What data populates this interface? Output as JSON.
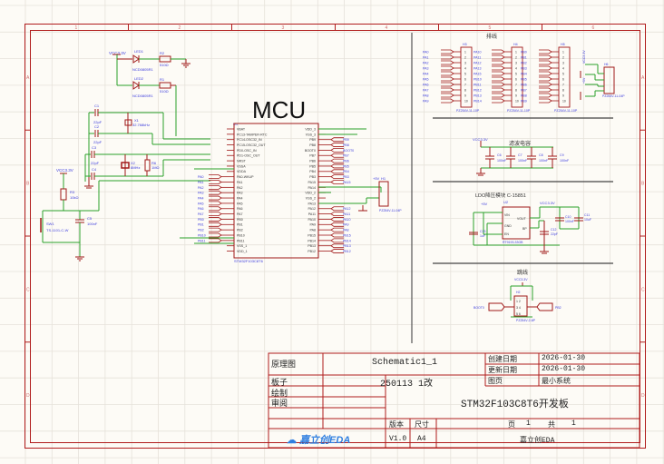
{
  "colors": {
    "background": "#fdfbf6",
    "grid": "#e6e2da",
    "frame": "#b01c1c",
    "wire": "#2aa02a",
    "component": "#a01818",
    "net_label": "#3b3bdc",
    "text": "#222222",
    "logo": "#2f7fe0"
  },
  "frame": {
    "columns": [
      "1",
      "2",
      "3",
      "4",
      "5",
      "6"
    ],
    "rows": [
      "A",
      "B",
      "C",
      "D"
    ]
  },
  "sections": {
    "mcu_title": "MCU",
    "pin_header_title": "排线",
    "filter_caps_title": "滤波电容",
    "ldo_title": "LDO降压模块 C-15851",
    "jumper_title": "跳线"
  },
  "leds": [
    {
      "ref": "LED1",
      "value": "NCD0805R1"
    },
    {
      "ref": "LED2",
      "value": "NCD0805R1"
    }
  ],
  "resistors": [
    {
      "ref": "R2",
      "value": "510Ω"
    },
    {
      "ref": "R1",
      "value": "510Ω"
    },
    {
      "ref": "R3",
      "value": "10kΩ"
    },
    {
      "ref": "R6",
      "value": "1MΩ"
    }
  ],
  "crystals": [
    {
      "ref": "X1",
      "value": "32.768kHz"
    },
    {
      "ref": "X2",
      "value": "8MHz"
    }
  ],
  "capacitors": [
    {
      "ref": "C1",
      "value": "22pF"
    },
    {
      "ref": "C2",
      "value": "22pF"
    },
    {
      "ref": "C3",
      "value": "22pF"
    },
    {
      "ref": "C4",
      "value": "22pF"
    },
    {
      "ref": "C5",
      "value": "100nF"
    },
    {
      "ref": "C6",
      "value": "100nF"
    },
    {
      "ref": "C7",
      "value": "100nF"
    },
    {
      "ref": "C8",
      "value": "100nF"
    },
    {
      "ref": "C9",
      "value": "100nF"
    },
    {
      "ref": "C10",
      "value": "100nF"
    },
    {
      "ref": "C11",
      "value": "10uF"
    },
    {
      "ref": "C12",
      "value": "22pF"
    },
    {
      "ref": "C13",
      "value": "1uF"
    }
  ],
  "switch": {
    "ref": "SW1",
    "value": "TS-1101-C-W"
  },
  "power_nets": {
    "vcc": "VCC3.3V",
    "v5": "+5V"
  },
  "mcu": {
    "ref": "U1",
    "part": "STM32F103C8T6",
    "left_pins": [
      "VBAT",
      "PC13-TAMPER-RTC",
      "PC14-OSC32_IN",
      "PC15-OSC32_OUT",
      "PD0-OSC_IN",
      "PD1-OSC_OUT",
      "NRST",
      "VSSA",
      "VDDA",
      "PA0-WKUP",
      "PA1",
      "PA2",
      "PA3",
      "PA4",
      "PA5",
      "PA6",
      "PA7",
      "PB0",
      "PB1",
      "PB2",
      "PB10",
      "PB11",
      "VSS_1",
      "VDD_1"
    ],
    "right_pins": [
      "VDD_3",
      "VSS_3",
      "PB9",
      "PB8",
      "BOOT0",
      "PB7",
      "PB6",
      "PB5",
      "PB4",
      "PB3",
      "PA15",
      "PA14",
      "VDD_2",
      "VSS_2",
      "PA13",
      "PA12",
      "PA11",
      "PA10",
      "PA9",
      "PA8",
      "PB15",
      "PB14",
      "PB13",
      "PB12"
    ],
    "left_nets": [
      "PA0",
      "PA1",
      "PA2",
      "PA3",
      "PA4",
      "PA5",
      "PA6",
      "PA7",
      "PB0",
      "PB1",
      "PB2",
      "PB10",
      "PB11"
    ],
    "right_nets_top": [
      "PB9",
      "PB8",
      "BOOT0",
      "PB7",
      "PB6",
      "PB5",
      "PB4",
      "PB3",
      "PA15"
    ],
    "right_nets_bottom": [
      "PA12",
      "PA11",
      "PA10",
      "PA9",
      "PA8",
      "PB15",
      "PB14",
      "PB13",
      "PB12"
    ]
  },
  "swd_header": {
    "ref": "H1",
    "part": "PZ254V-11-04P",
    "net": "+5V"
  },
  "headers": [
    {
      "ref": "H3",
      "part": "PZ254V-11-10P",
      "nets": [
        "PA0",
        "PA1",
        "PA2",
        "PA3",
        "PA4",
        "PA5",
        "PA6",
        "PA7",
        "PA8",
        "PA9"
      ]
    },
    {
      "ref": "H4",
      "part": "PZ254V-11-10P",
      "nets": [
        "PA10",
        "PA11",
        "PA12",
        "PA13",
        "PA15",
        "PB10",
        "PB11",
        "PB12",
        "PB13",
        "PB14",
        "PB15"
      ]
    },
    {
      "ref": "H5",
      "part": "PZ254V-11-10P",
      "nets": [
        "PB0",
        "PB1",
        "PB2",
        "PB3",
        "PB4",
        "PB5",
        "PB6",
        "PB7",
        "PB8",
        "PB9"
      ]
    },
    {
      "ref": "H6",
      "part": "PZ254V-11-04P",
      "nets": [
        "VCC3.3V",
        "+5V"
      ]
    }
  ],
  "ldo": {
    "ref": "U2",
    "part": "RT9193-33GB",
    "pins": [
      "VIN",
      "GND",
      "EN",
      "VOUT",
      "BP"
    ]
  },
  "jumper": {
    "ref": "H2",
    "part": "PZ254V-2-6P",
    "left_net": "BOOT0",
    "right_net": "PB2"
  },
  "title_block": {
    "schematic_label": "原理图",
    "schematic_value": "Schematic1_1",
    "board_label": "板子",
    "board_value": "250113 1改",
    "drawn_label": "绘制",
    "review_label": "审阅",
    "created_label": "创建日期",
    "created_value": "2026-01-30",
    "updated_label": "更新日期",
    "updated_value": "2026-01-30",
    "page_label": "图页",
    "page_value": "最小系统",
    "project_title": "STM32F103C8T6开发板",
    "version_label": "版本",
    "version_value": "V1.0",
    "size_label": "尺寸",
    "size_value": "A4",
    "page_num_label": "页",
    "page_num": "1",
    "page_total_label": "共",
    "page_total": "1",
    "logo_text": "嘉立创EDA",
    "company": "嘉立创EDA"
  }
}
